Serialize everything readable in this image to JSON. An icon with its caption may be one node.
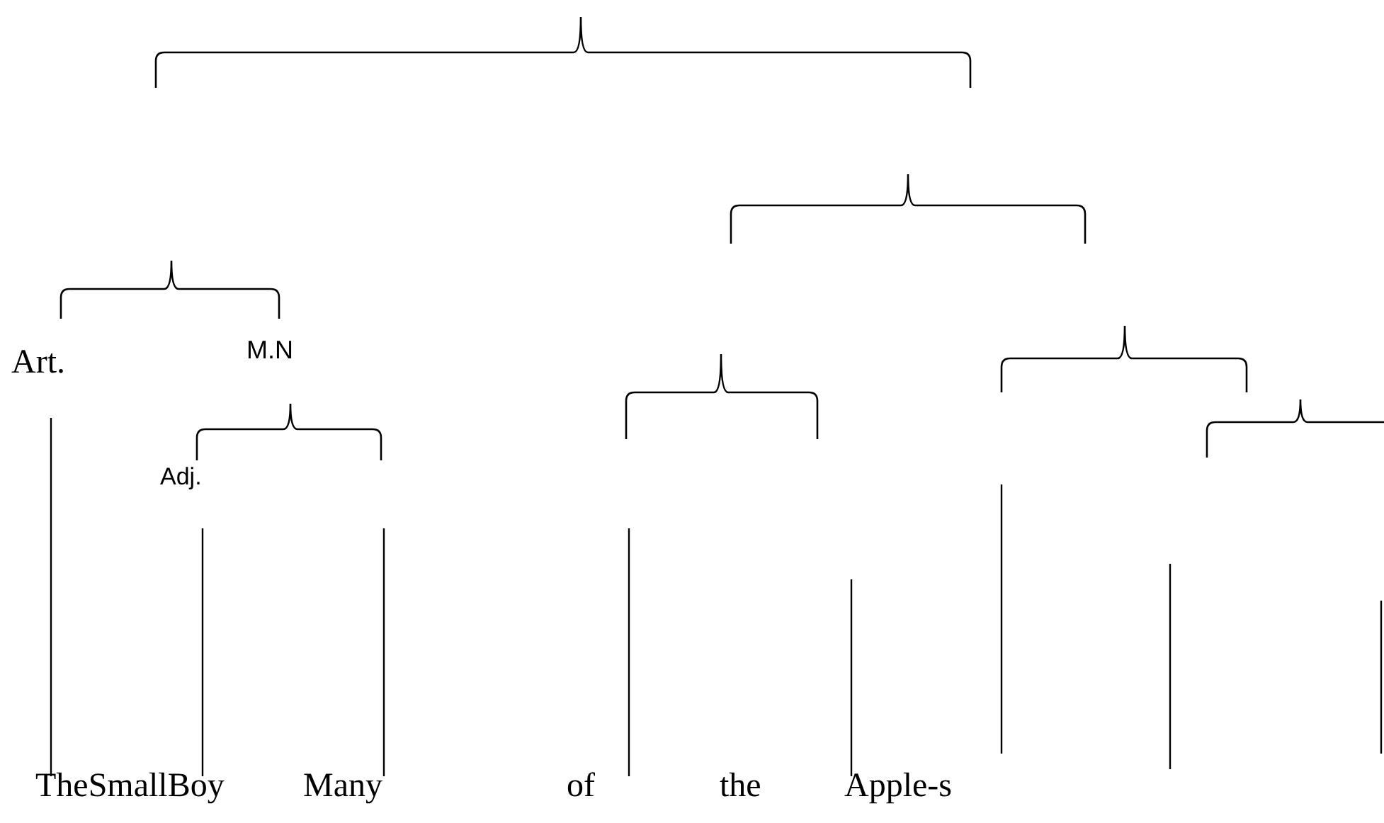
{
  "diagram": {
    "labels": [
      "Art.",
      "M.N",
      "Adj.",
      "TheSmallBoy",
      "Many",
      "of",
      "the",
      "Apple-s"
    ]
  }
}
